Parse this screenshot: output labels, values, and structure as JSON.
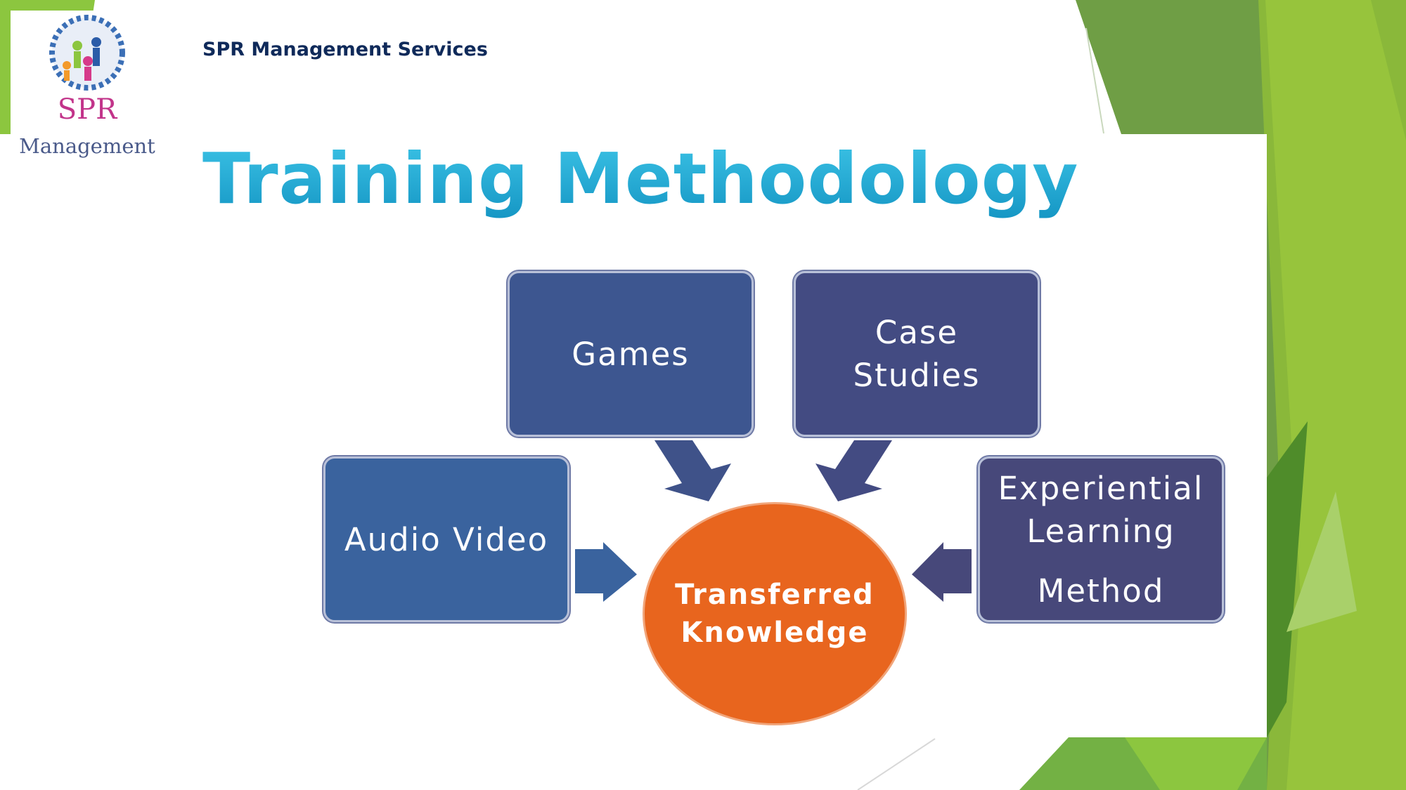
{
  "logo": {
    "line1": "SPR",
    "line2": "Management"
  },
  "header": {
    "company": "SPR Management Services"
  },
  "title": "Training Methodology",
  "diagram": {
    "nodes": [
      {
        "id": "games",
        "label": "Games"
      },
      {
        "id": "case-studies",
        "label": "Case Studies"
      },
      {
        "id": "audio-video",
        "label": "Audio Video"
      },
      {
        "id": "experiential",
        "label": "Experiential Learning Method",
        "lines": [
          "Experiential",
          "Learning",
          "Method"
        ]
      }
    ],
    "center": {
      "label": "Transferred Knowledge",
      "lines": [
        "Transferred",
        "Knowledge"
      ]
    },
    "colors": {
      "games": "#3d5690",
      "case": "#434b82",
      "audio": "#3a639e",
      "experiential": "#47487a",
      "center": "#e8651e",
      "arrow": "#3f5289"
    }
  }
}
